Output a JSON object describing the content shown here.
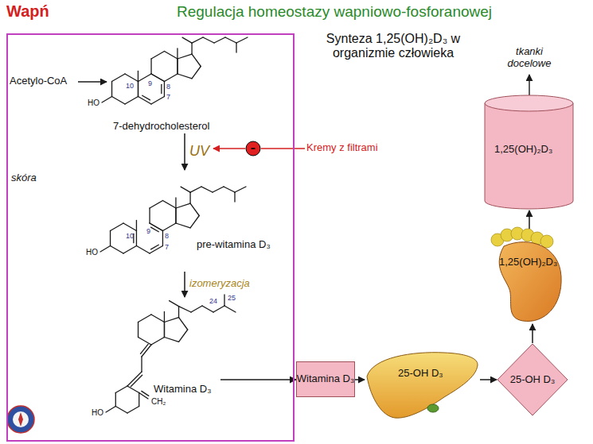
{
  "diagram": {
    "title": "Regulacja homeostazy wapniowo-fosforanowej",
    "nodes": [
      {
        "text": [
          "skóra"
        ]
      },
      {
        "text": [
          "7-dehydrocholesterol"
        ],
        "in": 0
      },
      {
        "text": [
          "pre-witamina D₃"
        ],
        "in": 0
      },
      {
        "text": [
          "Witamina D₃"
        ],
        "in": 0
      },
      {
        "text": [
          "Witamina D₃"
        ]
      },
      {
        "text": [
          "25-OH D₃"
        ]
      },
      {
        "text": [
          "25-OH D₃"
        ]
      },
      {
        "text": [
          "1,25(OH)₂D₃"
        ]
      },
      {
        "text": [
          "1,25(OH)₂D₃"
        ]
      }
    ],
    "edges": [
      {
        "from": 1,
        "to": 2,
        "label": "UV",
        "arrow": "to"
      },
      {
        "from": 2,
        "to": 3,
        "label": "izomeryzacja",
        "arrow": "to"
      },
      {
        "from": 3,
        "to": 4,
        "arrow": "to"
      },
      {
        "from": 4,
        "to": 5,
        "arrow": "to"
      },
      {
        "from": 5,
        "to": 6,
        "arrow": "to"
      },
      {
        "from": 6,
        "to": 7,
        "arrow": "to"
      },
      {
        "from": 7,
        "to": 8,
        "arrow": "to"
      }
    ],
    "labels": [
      "Wapń",
      "Synteza 1,25(OH)₂D₃ w organizmie człowieka",
      "Acetylo-CoA",
      "Kremy z filtrami",
      "tkanki docelowe",
      "10",
      "9",
      "8",
      "7",
      "HO",
      "10",
      "9",
      "8",
      "7",
      "HO",
      "24",
      "25",
      "CH₂",
      "HO"
    ]
  }
}
